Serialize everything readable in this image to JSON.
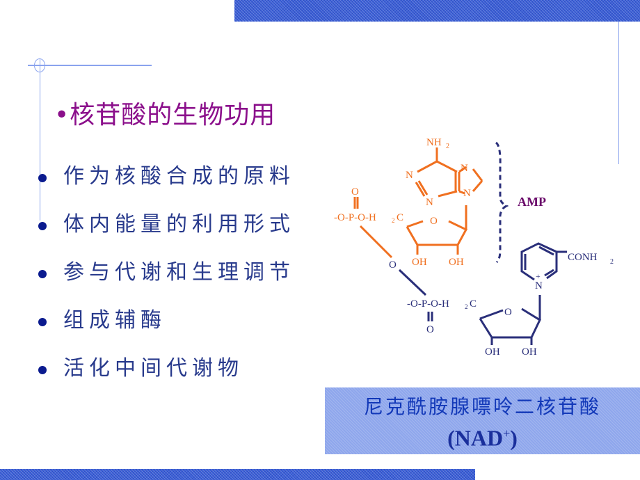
{
  "slide": {
    "title": "•核苷酸的生物功用",
    "bullets": [
      "作为核酸合成的原料",
      "体内能量的利用形式",
      "参与代谢和生理调节",
      "组成辅酶",
      "活化中间代谢物"
    ],
    "structure": {
      "amp_label": "AMP",
      "nh2": "NH",
      "nh2_sub": "2",
      "ring_n": "N",
      "oxygen": "O",
      "oh": "OH",
      "phosphate_top": "-O-P-O-H",
      "phosphate_c": "C",
      "sub2": "2",
      "conh2": "CONH",
      "plus": "+"
    },
    "caption": {
      "line1": "尼克酰胺腺嘌呤二核苷酸",
      "line2": "(NAD",
      "line2_sup": "+",
      "line2_end": ")"
    }
  },
  "colors": {
    "title": "#8b0f8b",
    "bullet_text": "#283a8c",
    "bullet_dot": "#0b1b8f",
    "amp_part": "#f07020",
    "nmn_part": "#2a2f7a",
    "accent_bar": "#3a5fd6",
    "caption_bg": "#8ea6ec",
    "caption_text": "#1238b8"
  }
}
